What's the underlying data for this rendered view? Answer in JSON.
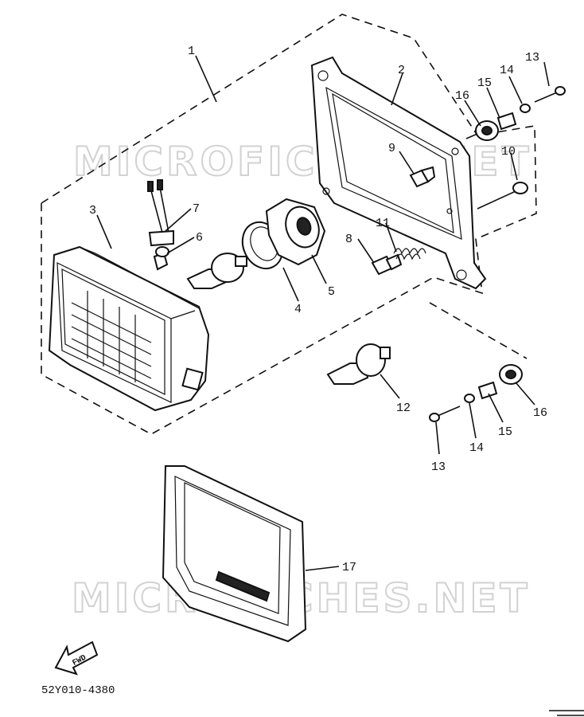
{
  "watermarks": [
    "MICROFICHES.NET",
    "MICROFICHES.NET"
  ],
  "diagram_code": "52Y010-4380",
  "fwd_label": "FWD",
  "labels": {
    "p1": "1",
    "p2": "2",
    "p3": "3",
    "p4": "4",
    "p5": "5",
    "p6": "6",
    "p7": "7",
    "p8": "8",
    "p9": "9",
    "p10": "10",
    "p11": "11",
    "p12": "12",
    "p13a": "13",
    "p13b": "13",
    "p14a": "14",
    "p14b": "14",
    "p15a": "15",
    "p15b": "15",
    "p16a": "16",
    "p16b": "16",
    "p17": "17"
  }
}
